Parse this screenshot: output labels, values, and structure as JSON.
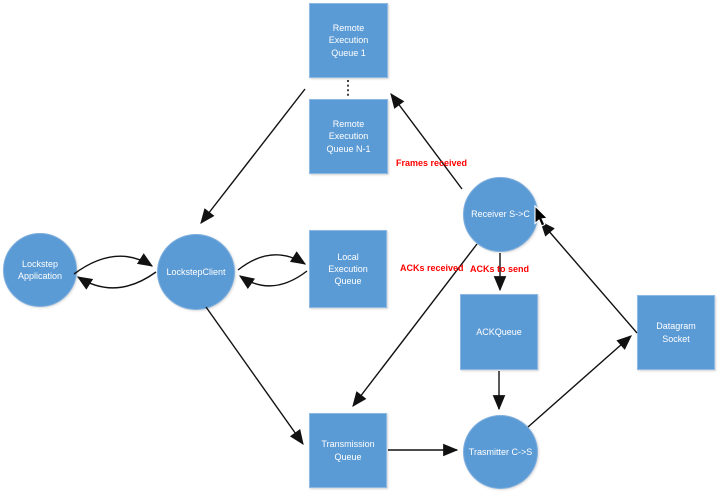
{
  "diagram": {
    "title": "Lockstep networking architecture diagram",
    "colors": {
      "shape_fill": "#5B9BD5",
      "shape_text": "#FFFFFF",
      "annotation_text": "#FF0000",
      "connector": "#111111",
      "background": "#FFFFFF"
    },
    "nodes": {
      "remote_execution_queue_1": {
        "shape": "rect",
        "label": "Remote\nExecution\nQueue 1"
      },
      "remote_execution_queue_n_1": {
        "shape": "rect",
        "label": "Remote\nExecution\nQueue N-1"
      },
      "lockstep_application": {
        "shape": "circle",
        "label": "Lockstep\nApplication"
      },
      "lockstep_client": {
        "shape": "circle",
        "label": "LockstepClient"
      },
      "local_execution_queue": {
        "shape": "rect",
        "label": "Local\nExecution\nQueue"
      },
      "receiver": {
        "shape": "circle",
        "label": "Receiver S->C"
      },
      "ack_queue": {
        "shape": "rect",
        "label": "ACKQueue"
      },
      "datagram_socket": {
        "shape": "rect",
        "label": "Datagram\nSocket"
      },
      "transmission_queue": {
        "shape": "rect",
        "label": "Transmission\nQueue"
      },
      "transmitter": {
        "shape": "circle",
        "label": "Trasmitter C->S"
      }
    },
    "annotations": {
      "frames_received": "Frames received",
      "acks_received": "ACKs received",
      "acks_to_send": "ACKs to send"
    },
    "edges": [
      {
        "from": "lockstep_application",
        "to": "lockstep_client",
        "style": "curved-arrow"
      },
      {
        "from": "lockstep_client",
        "to": "lockstep_application",
        "style": "curved-arrow"
      },
      {
        "from": "lockstep_client",
        "to": "local_execution_queue",
        "style": "curved-arrow"
      },
      {
        "from": "local_execution_queue",
        "to": "lockstep_client",
        "style": "curved-arrow"
      },
      {
        "from": "remote_execution_queue_1",
        "to": "remote_execution_queue_n_1",
        "style": "dotted-ellipsis"
      },
      {
        "from": "remote_execution_queues",
        "to": "lockstep_client",
        "style": "straight-arrow"
      },
      {
        "from": "lockstep_client",
        "to": "transmission_queue",
        "style": "straight-arrow"
      },
      {
        "from": "receiver",
        "to": "remote_execution_queues",
        "style": "straight-arrow",
        "label": "Frames received"
      },
      {
        "from": "receiver",
        "to": "transmission_queue",
        "style": "straight-arrow",
        "label": "ACKs received"
      },
      {
        "from": "receiver",
        "to": "ack_queue",
        "style": "straight-arrow",
        "label": "ACKs to send"
      },
      {
        "from": "ack_queue",
        "to": "transmitter",
        "style": "straight-arrow"
      },
      {
        "from": "transmission_queue",
        "to": "transmitter",
        "style": "straight-arrow"
      },
      {
        "from": "transmitter",
        "to": "datagram_socket",
        "style": "straight-arrow"
      },
      {
        "from": "datagram_socket",
        "to": "receiver",
        "style": "straight-arrow"
      }
    ]
  }
}
